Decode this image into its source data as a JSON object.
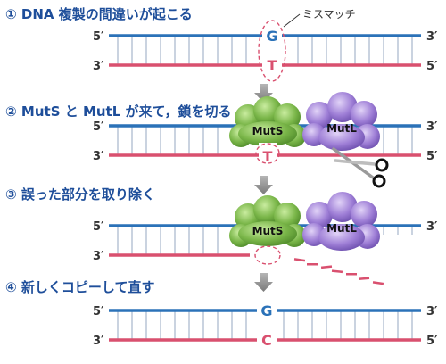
{
  "steps": [
    {
      "title": "① DNA 複製の間違いが起こる"
    },
    {
      "title": "② MutS と MutL が来て，鎖を切る"
    },
    {
      "title": "③ 誤った部分を取り除く"
    },
    {
      "title": "④ 新しくコピーして直す"
    }
  ],
  "strand_ends": {
    "five_prime": "5′",
    "three_prime": "3′"
  },
  "bases": {
    "step1_top": "G",
    "step1_bottom": "T",
    "step2_bottom": "T",
    "step4_top": "G",
    "step4_bottom": "C"
  },
  "annotation": "ミスマッチ",
  "proteins": {
    "muts": "MutS",
    "mutl": "MutL"
  },
  "colors": {
    "title": "#1e4e9a",
    "strand_top": "#2b72b8",
    "strand_bottom": "#d9506f",
    "rungs": "#b9c4d6",
    "base_G": "#2b72b8",
    "base_T": "#d9506f",
    "base_C": "#d9506f",
    "muts_fill": "#7ab649",
    "mutl_fill": "#9e7ed6",
    "arrow": "#8f8f8f"
  }
}
